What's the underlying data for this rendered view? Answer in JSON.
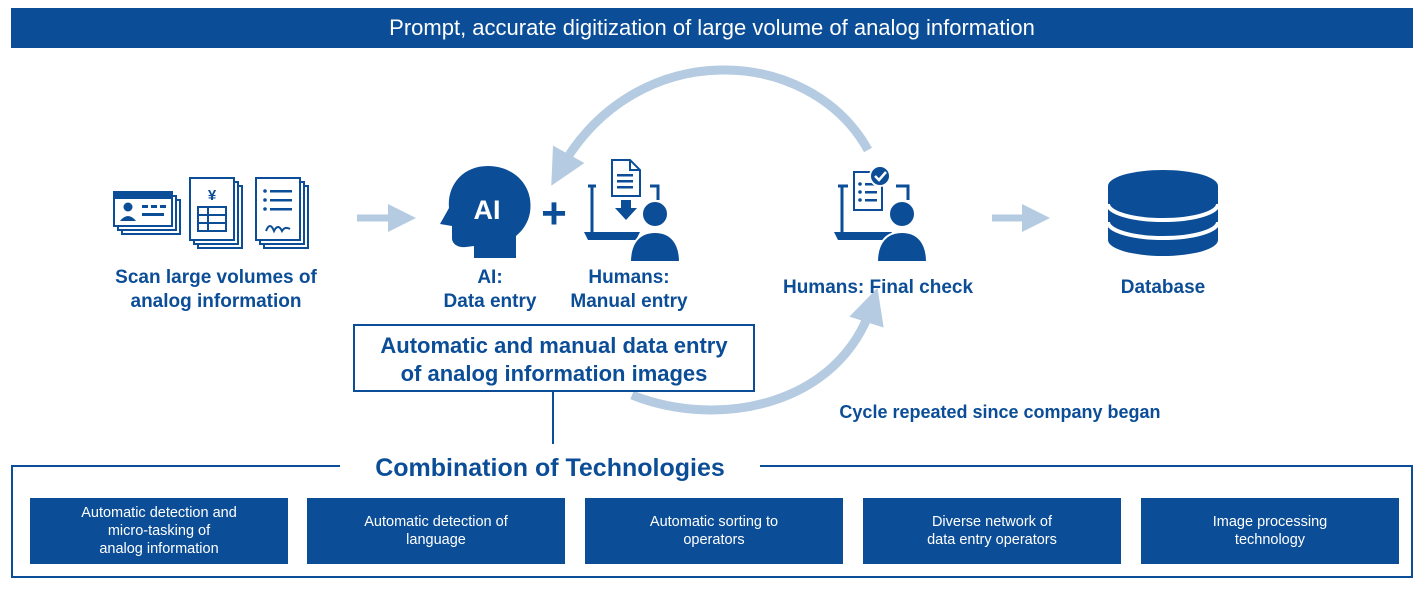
{
  "header": {
    "title": "Prompt, accurate digitization of large volume of analog information"
  },
  "flow": {
    "scan": {
      "line1": "Scan large volumes of",
      "line2": "analog information"
    },
    "ai": {
      "line1": "AI:",
      "line2": "Data entry",
      "icon_text": "AI"
    },
    "plus": "+",
    "humans_manual": {
      "line1": "Humans:",
      "line2": "Manual entry"
    },
    "humans_check": {
      "label": "Humans: Final check"
    },
    "database": {
      "label": "Database"
    },
    "document_currency_symbol": "¥"
  },
  "callout": {
    "line1": "Automatic and manual data entry",
    "line2": "of analog information images"
  },
  "cycle_note": "Cycle repeated since company began",
  "technologies": {
    "title": "Combination of Technologies",
    "items": [
      {
        "lines": [
          "Automatic detection and",
          "micro-tasking of",
          "analog information"
        ]
      },
      {
        "lines": [
          "Automatic detection of",
          "language"
        ]
      },
      {
        "lines": [
          "Automatic sorting to",
          "operators"
        ]
      },
      {
        "lines": [
          "Diverse network of",
          "data entry operators"
        ]
      },
      {
        "lines": [
          "Image processing",
          "technology"
        ]
      }
    ]
  },
  "colors": {
    "primary": "#0b4d96",
    "arrow": "#b5cbe1"
  }
}
